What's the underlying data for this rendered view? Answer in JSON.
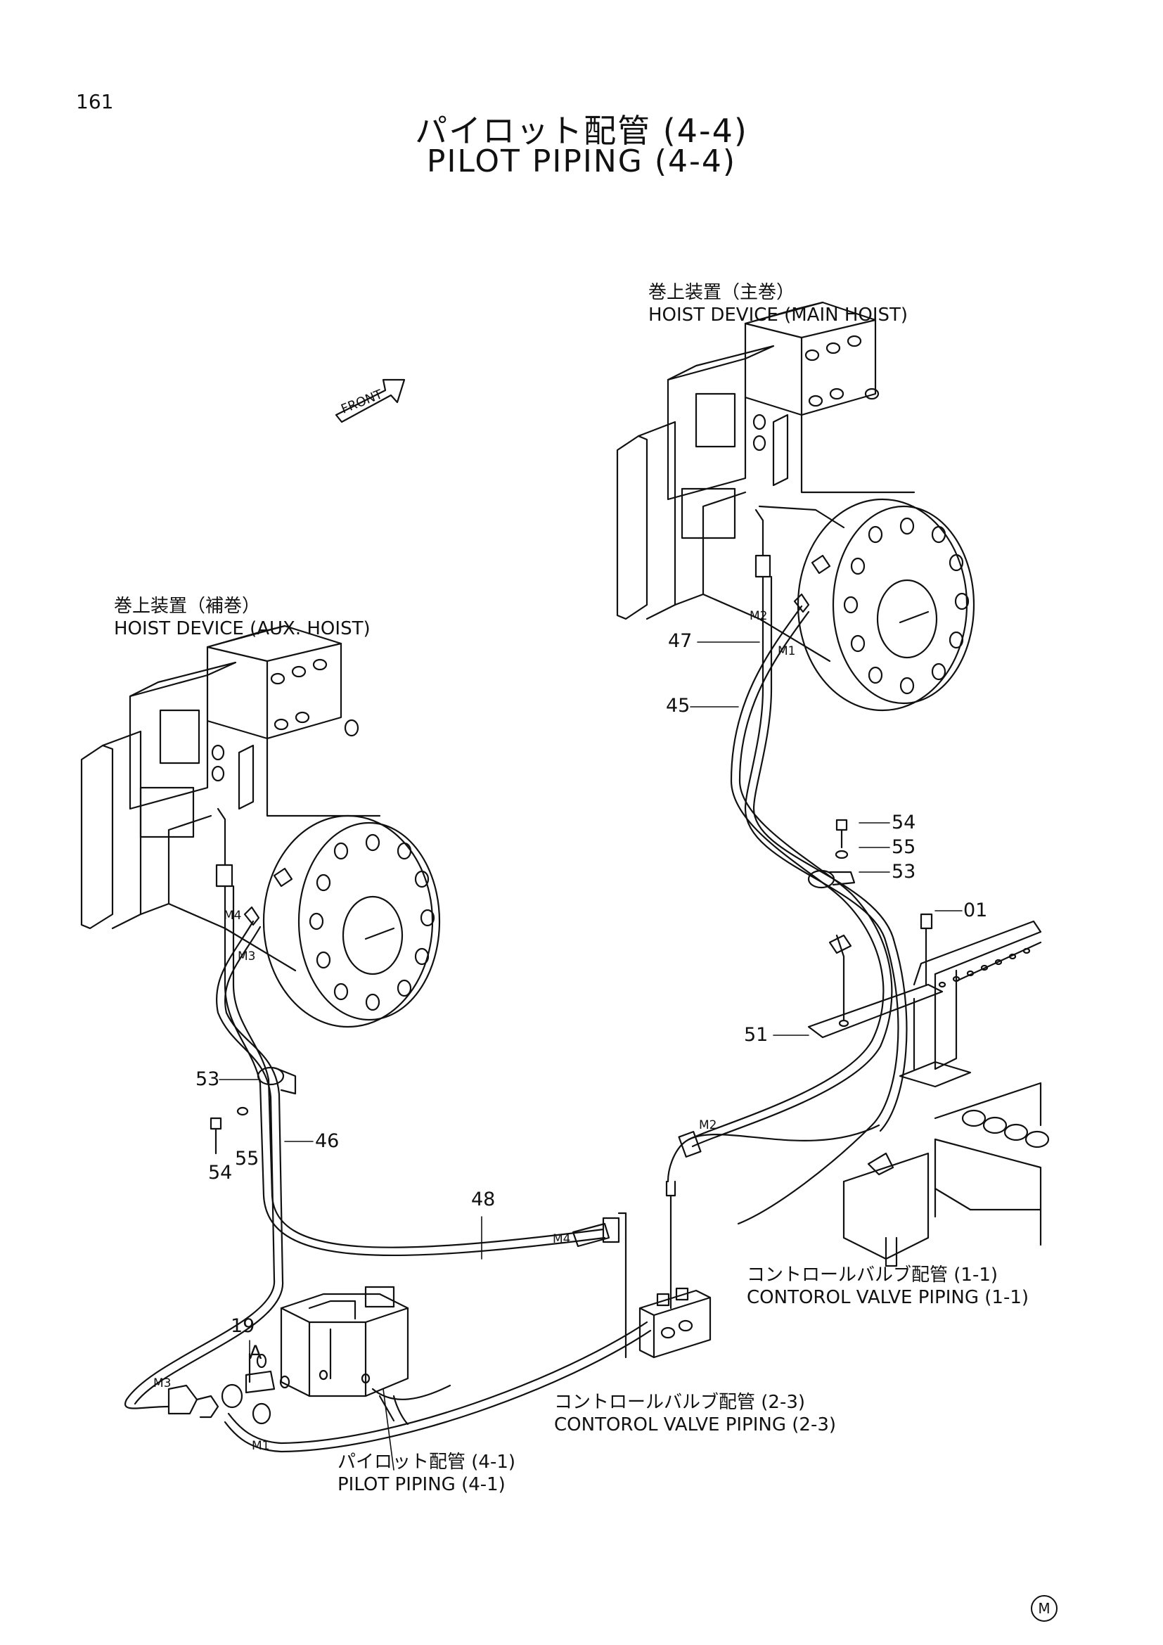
{
  "page_number": "161",
  "title_jp": "パイロット配管 (4-4)",
  "title_en": "PILOT PIPING (4-4)",
  "front_label": "FRONT",
  "labels": {
    "main_hoist_jp": "巻上装置（主巻）",
    "main_hoist_en": "HOIST DEVICE (MAIN HOIST)",
    "aux_hoist_jp": "巻上装置（補巻）",
    "aux_hoist_en": "HOIST DEVICE (AUX. HOIST)",
    "cv11_jp": "コントロールバルブ配管 (1-1)",
    "cv11_en": "CONTOROL VALVE PIPING (1-1)",
    "cv23_jp": "コントロールバルブ配管 (2-3)",
    "cv23_en": "CONTOROL VALVE PIPING (2-3)",
    "pp41_jp": "パイロット配管 (4-1)",
    "pp41_en": "PILOT PIPING (4-1)"
  },
  "part_numbers": {
    "p47": "47",
    "p45": "45",
    "p54a": "54",
    "p55a": "55",
    "p53a": "53",
    "p01": "01",
    "p51": "51",
    "p53b": "53",
    "p46": "46",
    "p54b": "54",
    "p55b": "55",
    "p48": "48",
    "p19": "19"
  },
  "ports": {
    "m2_top": "M2",
    "m1_top": "M1",
    "m4_left": "M4",
    "m3_left": "M3",
    "m2_mid": "M2",
    "m4_mid": "M4",
    "m3_bottom": "M3",
    "m1_bottom": "M1"
  },
  "view_label": "A",
  "corner_mark": "M"
}
